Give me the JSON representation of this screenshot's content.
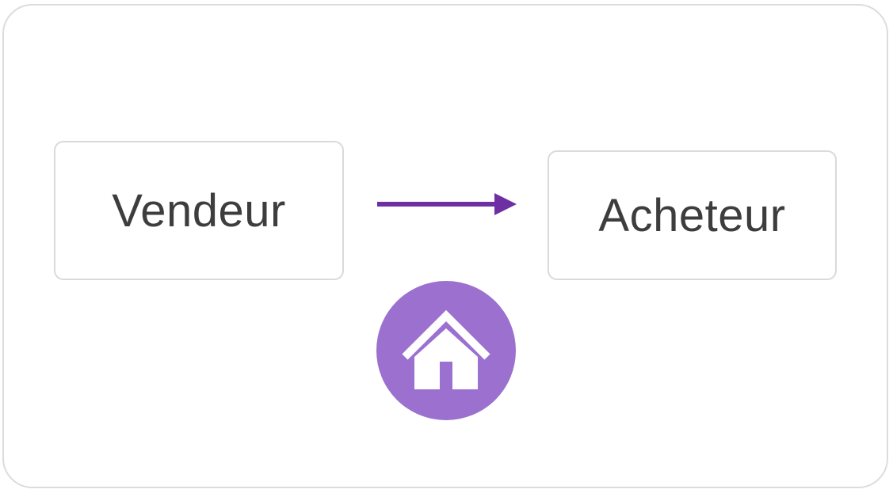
{
  "diagram": {
    "nodes": {
      "seller": {
        "label": "Vendeur"
      },
      "buyer": {
        "label": "Acheteur"
      }
    },
    "edge": {
      "from": "seller",
      "to": "buyer",
      "color": "#6e2fa3"
    },
    "badge": {
      "icon": "house-icon",
      "background_color": "#9b70cf",
      "icon_color": "#ffffff"
    }
  }
}
